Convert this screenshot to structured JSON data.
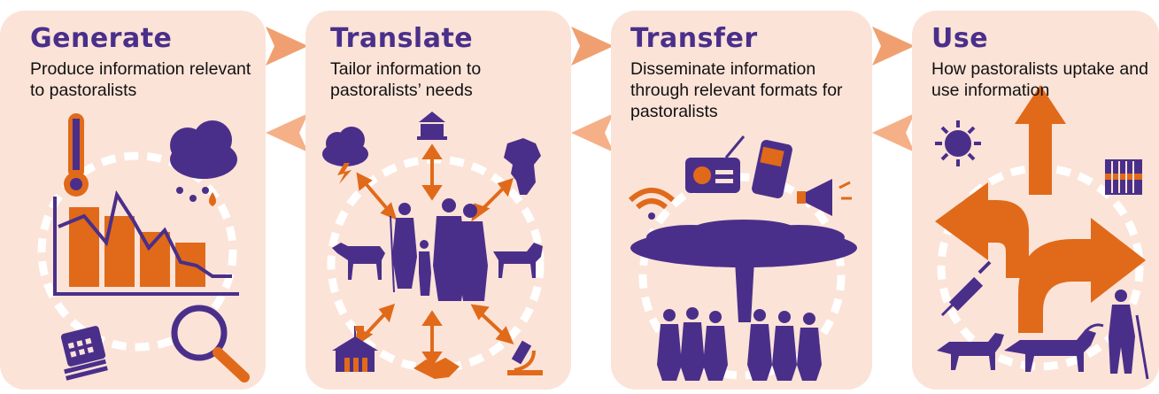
{
  "steps": [
    {
      "title": "Generate",
      "description": "Produce information relevant to pastoralists"
    },
    {
      "title": "Translate",
      "description": "Tailor information to pastoralists’ needs"
    },
    {
      "title": "Transfer",
      "description": "Disseminate information through relevant formats for pastoralists"
    },
    {
      "title": "Use",
      "description": "How pastoralists uptake and use information"
    }
  ],
  "colors": {
    "panel": "#fbe3d8",
    "purple": "#4a2f8a",
    "orange": "#e06a1a",
    "ring": "#ffffff"
  },
  "icons": {
    "generate": [
      "thermometer-icon",
      "rain-cloud-icon",
      "bar-line-chart-icon",
      "calendar-icon",
      "magnifier-icon"
    ],
    "translate": [
      "storm-cloud-icon",
      "government-building-icon",
      "africa-map-icon",
      "goat-icon",
      "sheep-icon",
      "people-group-icon",
      "school-building-icon",
      "handshake-icon",
      "microscope-icon"
    ],
    "transfer": [
      "wifi-icon",
      "radio-icon",
      "mobile-phone-icon",
      "megaphone-icon",
      "acacia-tree-icon",
      "pastoralists-group-icon"
    ],
    "use": [
      "sun-icon",
      "direction-arrows-icon",
      "fodder-bundle-icon",
      "syringe-icon",
      "cattle-icon",
      "herder-icon"
    ]
  }
}
